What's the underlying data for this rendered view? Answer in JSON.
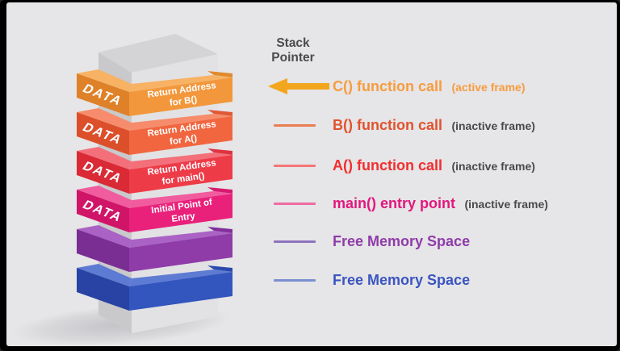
{
  "frame": {
    "background": "#e6e5e7",
    "border_color": "#000000"
  },
  "stack_pointer": {
    "label": "Stack Pointer",
    "color": "#4b4b4d",
    "arrow_color": "#f2a61e"
  },
  "tower": {
    "column_top": "#d4d4d6",
    "column_left": "#c9c9cb",
    "column_right": "#e2e2e4",
    "shadow_color": "#9a9aa2",
    "layers": [
      {
        "side_label": "DATA",
        "label_line1": "Return Address",
        "label_line2": "for B()",
        "base": "#f2973b",
        "light": "#f7b264",
        "dark": "#de8128",
        "notch": "#e08a2e"
      },
      {
        "side_label": "DATA",
        "label_line1": "Return Address",
        "label_line2": "for A()",
        "base": "#f1663f",
        "light": "#f68c6b",
        "dark": "#dc4f2b",
        "notch": "#e05835"
      },
      {
        "side_label": "DATA",
        "label_line1": "Return Address",
        "label_line2": "for main()",
        "base": "#ee3b48",
        "light": "#f3707a",
        "dark": "#d92a36",
        "notch": "#de3340"
      },
      {
        "side_label": "DATA",
        "label_line1": "Initial Point of",
        "label_line2": "Entry",
        "base": "#e9217b",
        "light": "#f05c9e",
        "dark": "#d01568",
        "notch": "#d81a6f"
      },
      {
        "base": "#8f3ca9",
        "light": "#aa62c4",
        "dark": "#7a2e94",
        "notch": "#822f9c"
      },
      {
        "base": "#3355be",
        "light": "#5e7bd4",
        "dark": "#2843a3",
        "notch": "#2c49ac"
      }
    ]
  },
  "legend": {
    "rows": [
      {
        "label": "C() function call",
        "suffix": "(active frame)",
        "color": "#f79c3f",
        "suffix_color": "#f79c3f",
        "marker": "arrow",
        "marker_color": "#f2a61e"
      },
      {
        "label": "B() function call",
        "suffix": "(inactive frame)",
        "color": "#e0532e",
        "suffix_color": "#4a4a4c",
        "marker": "line",
        "marker_color": "#ea7d52"
      },
      {
        "label": "A() function call",
        "suffix": "(inactive frame)",
        "color": "#f22e2e",
        "suffix_color": "#4a4a4c",
        "marker": "line",
        "marker_color": "#f47676"
      },
      {
        "label": "main() entry point",
        "suffix": "(inactive frame)",
        "color": "#e2177c",
        "suffix_color": "#4a4a4c",
        "marker": "line",
        "marker_color": "#ef6ba2"
      },
      {
        "label": "Free Memory Space",
        "suffix": "",
        "color": "#8f3ca9",
        "suffix_color": "#4a4a4c",
        "marker": "line",
        "marker_color": "#8d72bd"
      },
      {
        "label": "Free Memory Space",
        "suffix": "",
        "color": "#3a55c0",
        "suffix_color": "#4a4a4c",
        "marker": "line",
        "marker_color": "#7b90d2"
      }
    ]
  }
}
